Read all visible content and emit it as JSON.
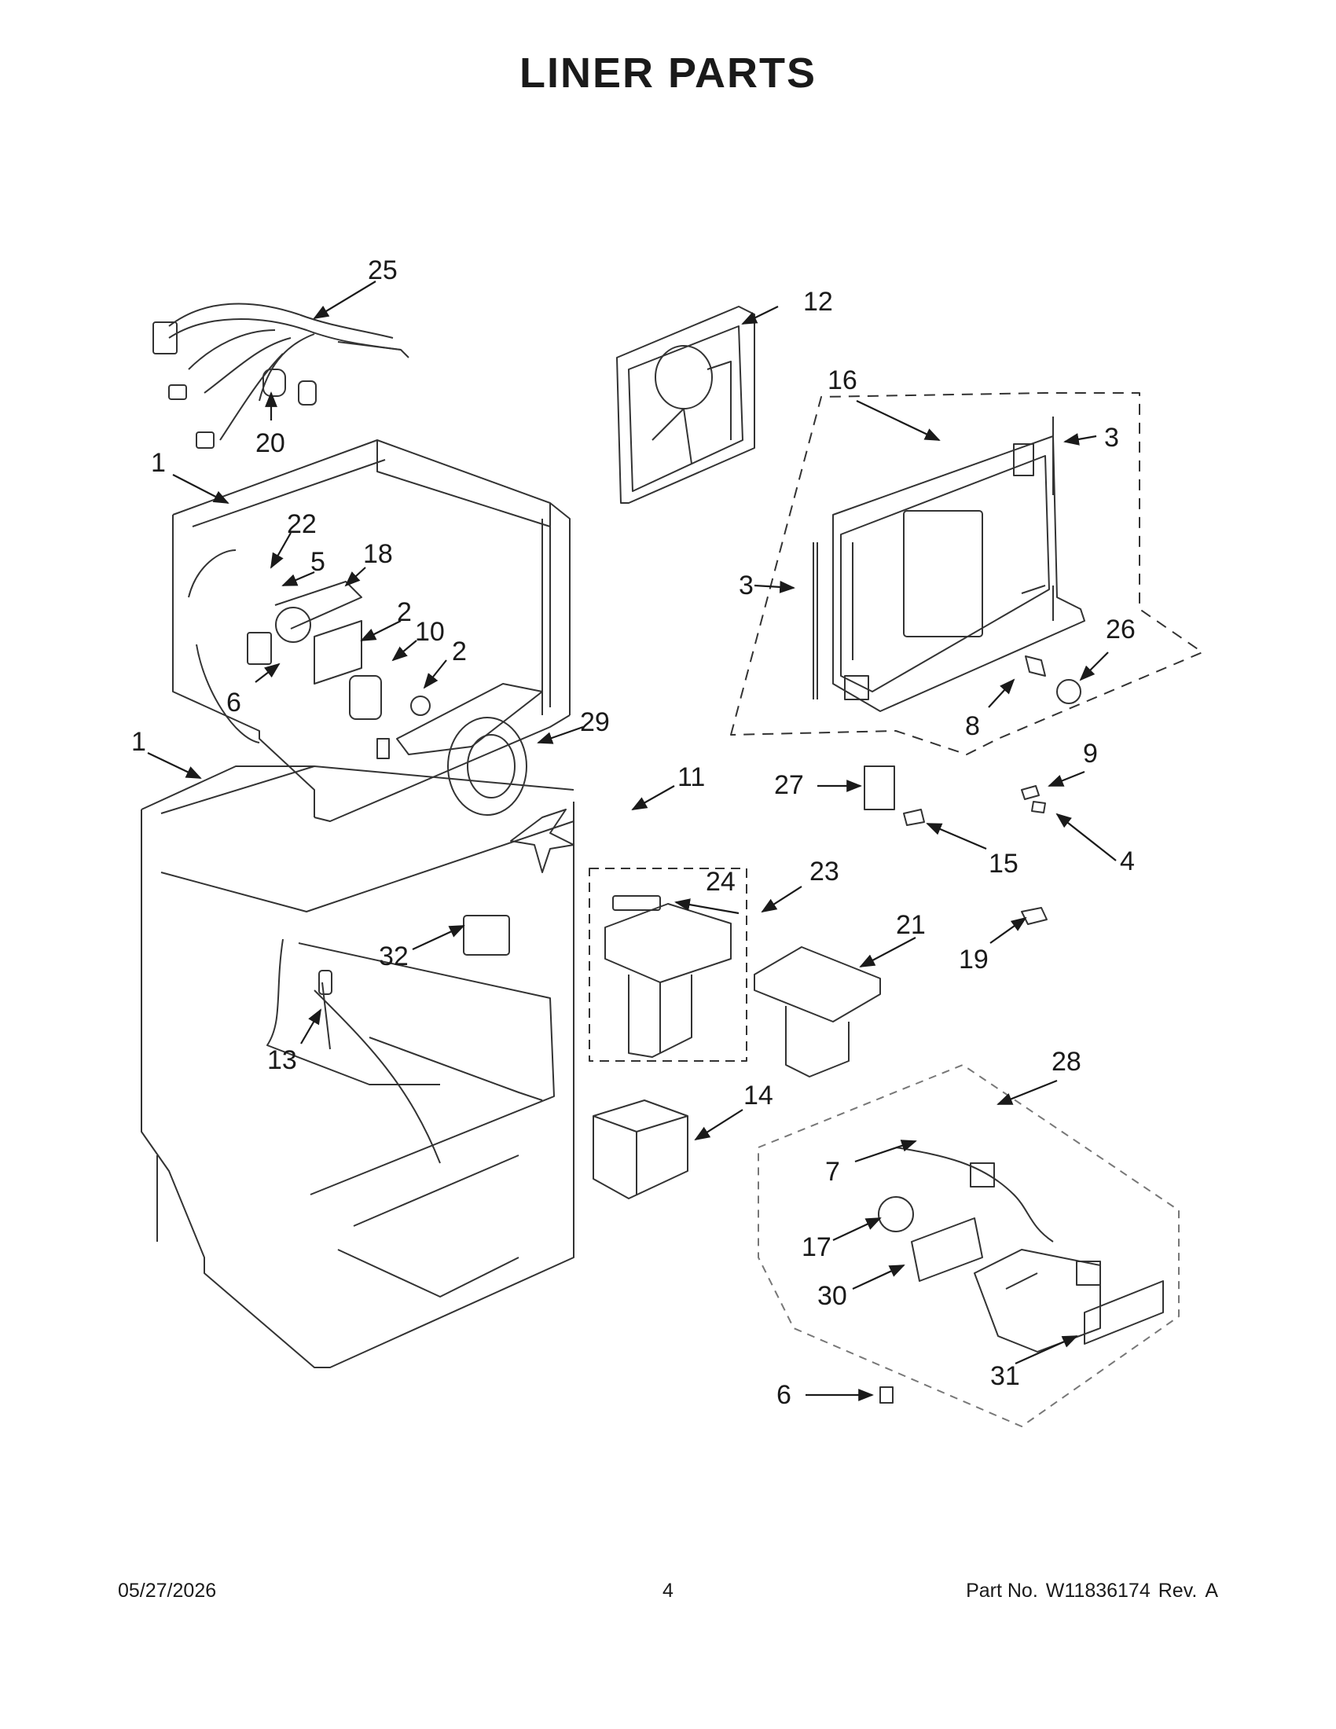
{
  "header": {
    "title": "LINER PARTS"
  },
  "callouts": {
    "c1a": "1",
    "c1b": "1",
    "c2a": "2",
    "c2b": "2",
    "c3a": "3",
    "c3b": "3",
    "c4": "4",
    "c5": "5",
    "c6a": "6",
    "c6b": "6",
    "c7": "7",
    "c8": "8",
    "c9": "9",
    "c10": "10",
    "c11": "11",
    "c12": "12",
    "c13": "13",
    "c14": "14",
    "c15": "15",
    "c16": "16",
    "c17": "17",
    "c18": "18",
    "c19": "19",
    "c20": "20",
    "c21": "21",
    "c22": "22",
    "c23": "23",
    "c24": "24",
    "c25": "25",
    "c26": "26",
    "c27": "27",
    "c28": "28",
    "c29": "29",
    "c30": "30",
    "c31": "31",
    "c32": "32"
  },
  "footer": {
    "date": "05/27/2026",
    "page": "4",
    "part_label": "Part No.",
    "part_number": "W11836174",
    "rev_label": "Rev.",
    "rev": "A"
  }
}
